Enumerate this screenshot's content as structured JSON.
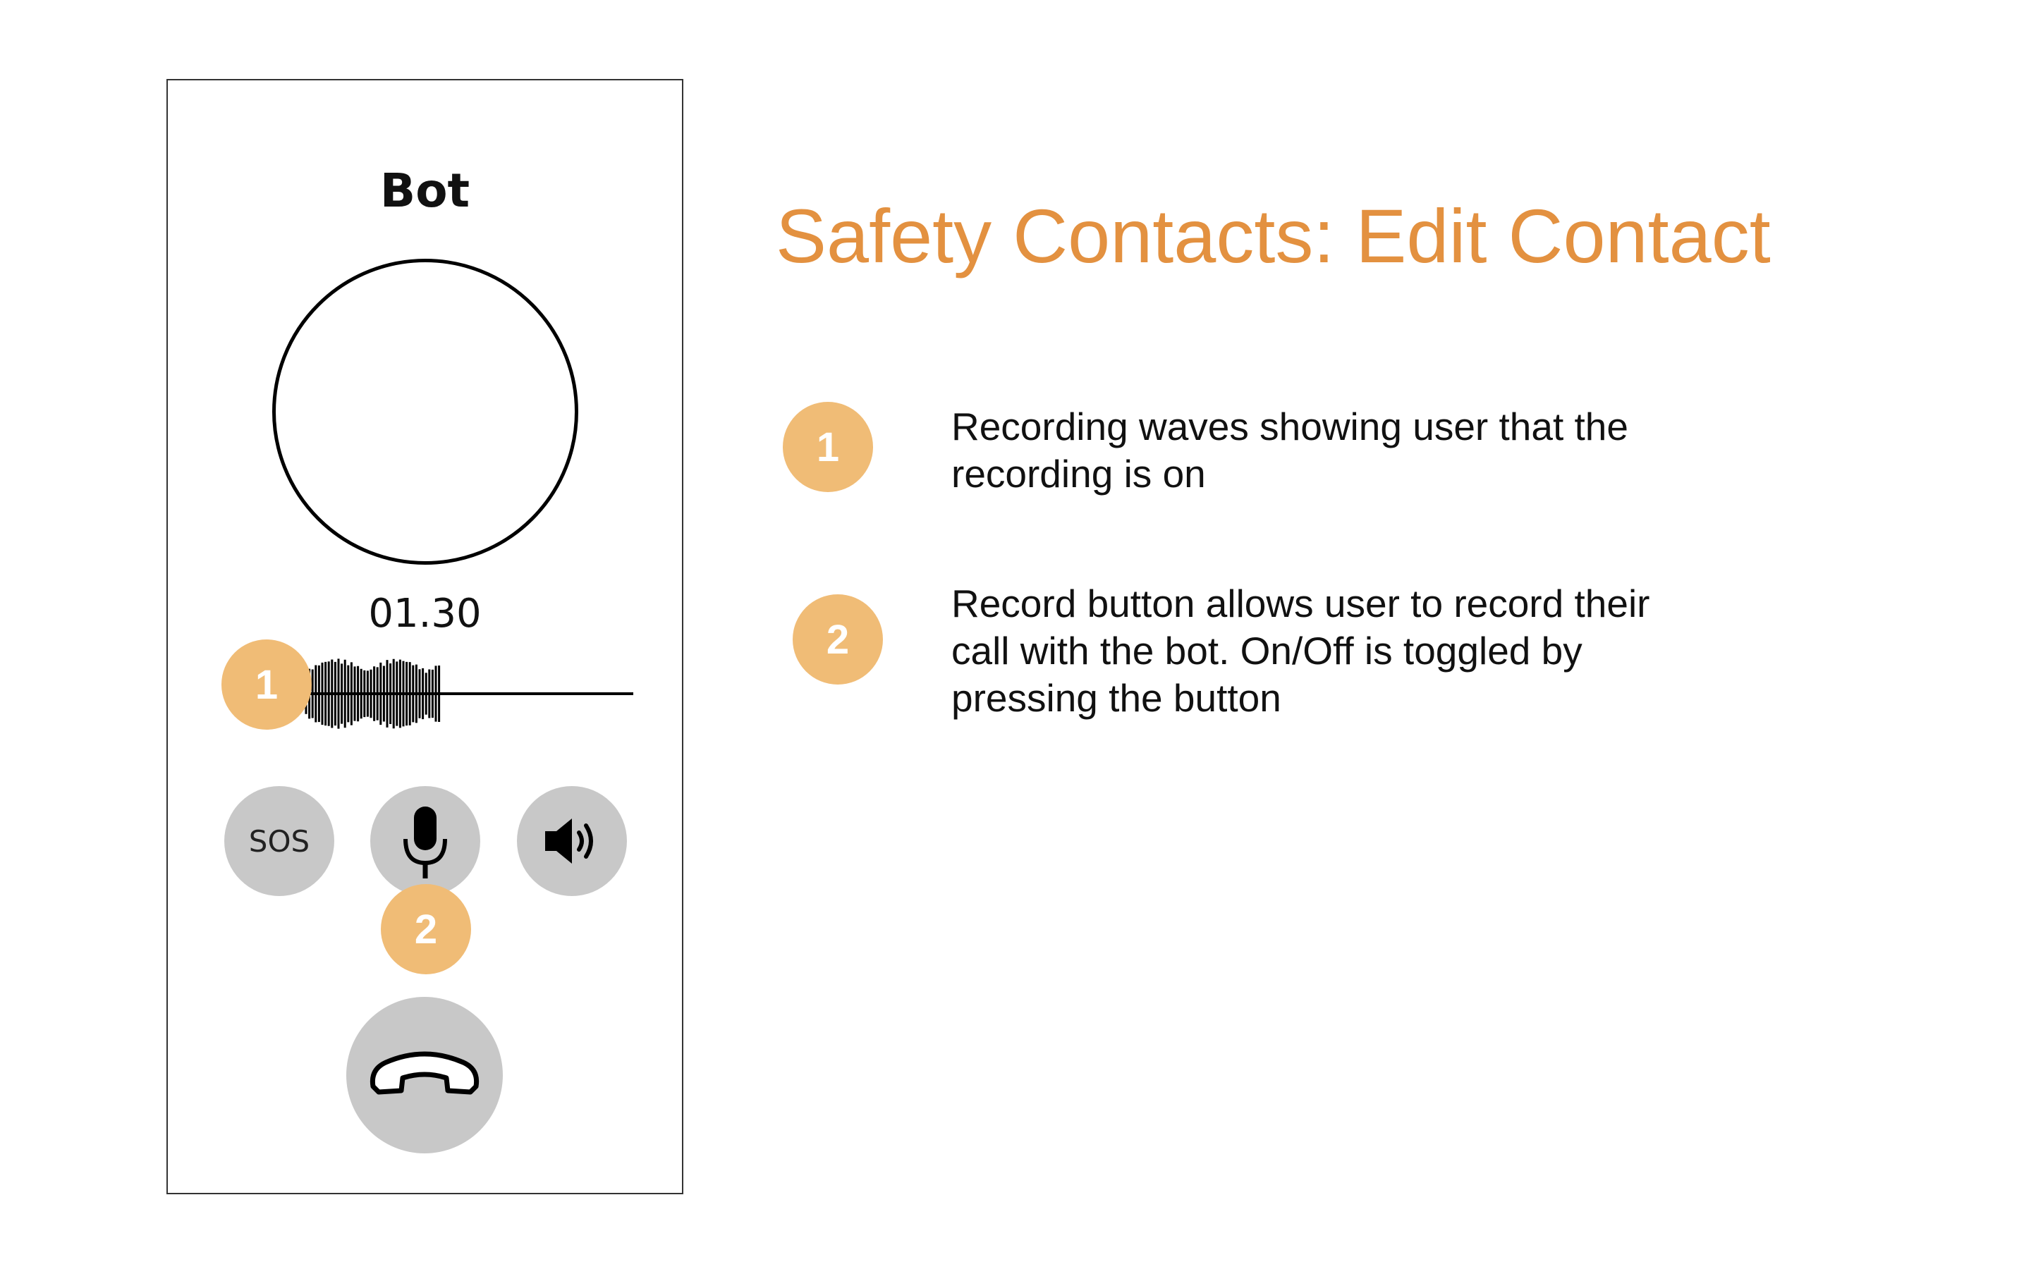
{
  "phone": {
    "contact_name": "Bot",
    "timer": "01.30",
    "controls": {
      "sos_label": "SOS"
    }
  },
  "title": "Safety Contacts: Edit Contact",
  "markers": {
    "wave": "1",
    "mic": "2"
  },
  "notes": [
    {
      "number": "1",
      "lines": [
        "Recording waves showing user that the",
        "recording is on"
      ]
    },
    {
      "number": "2",
      "lines": [
        "Record button allows user to record their",
        "call with the bot. On/Off is toggled by",
        "pressing the button"
      ]
    }
  ],
  "colors": {
    "accent": "#e39140",
    "marker": "#f0bc76",
    "control_bg": "#c8c8c8"
  }
}
